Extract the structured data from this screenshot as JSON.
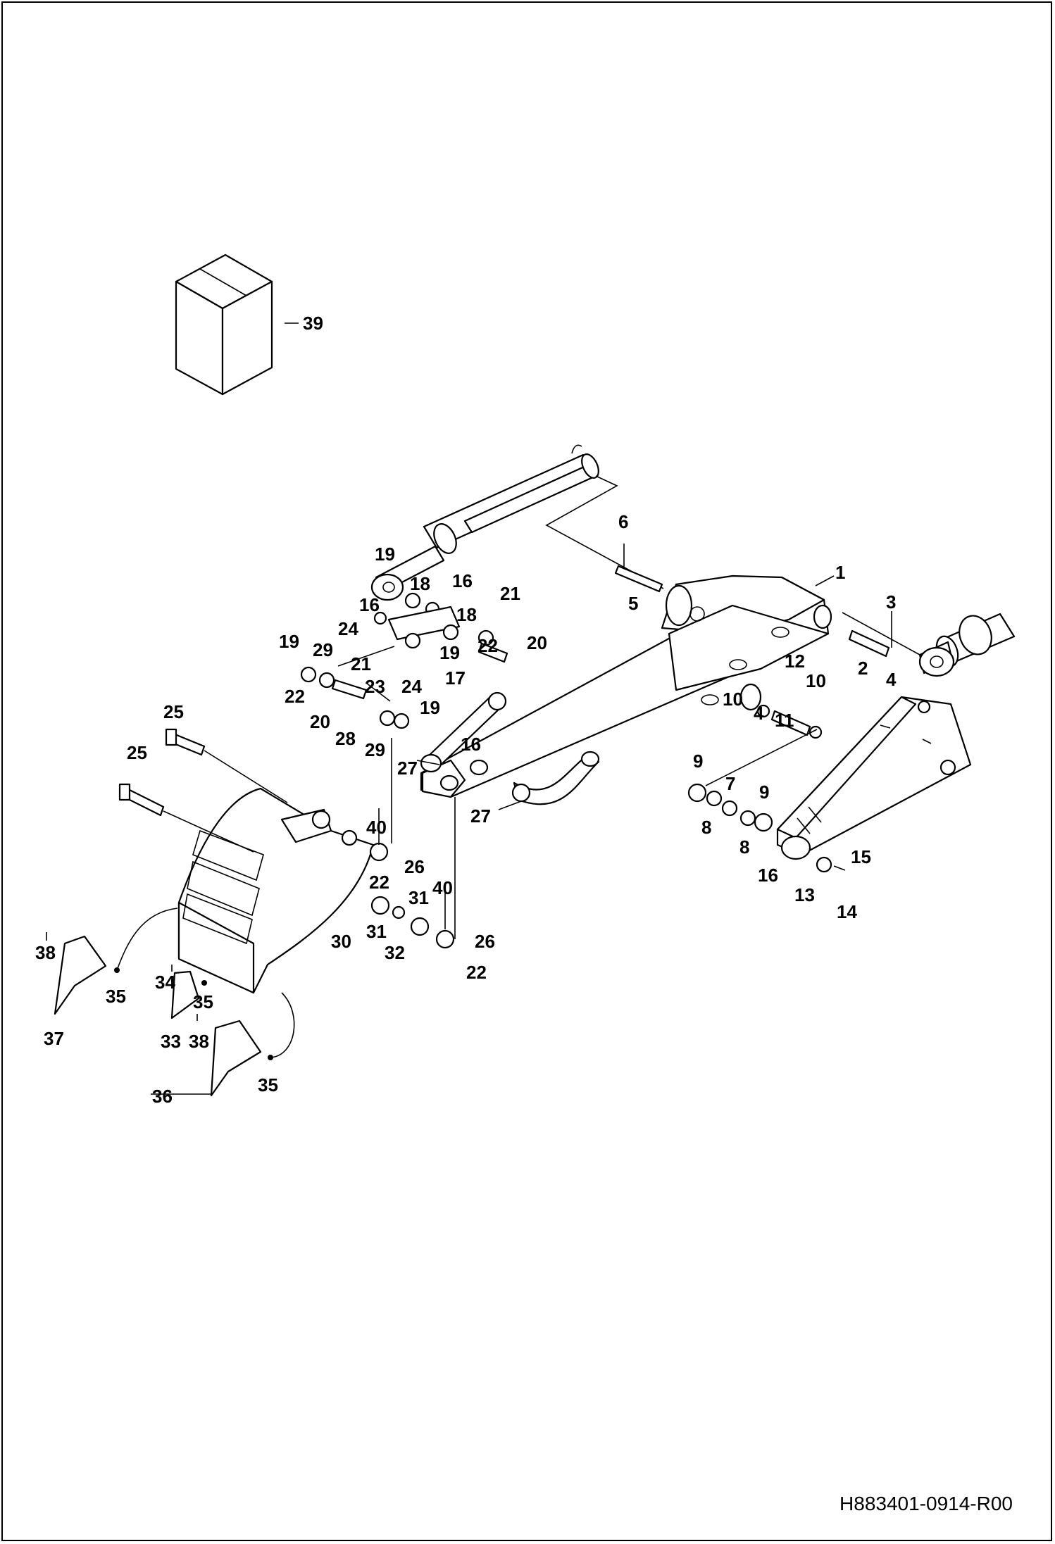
{
  "document_number": "H883401-0914-R00",
  "callouts": [
    {
      "id": "c39",
      "text": "39"
    },
    {
      "id": "c1",
      "text": "1"
    },
    {
      "id": "c2",
      "text": "2"
    },
    {
      "id": "c3",
      "text": "3"
    },
    {
      "id": "c4a",
      "text": "4"
    },
    {
      "id": "c4b",
      "text": "4"
    },
    {
      "id": "c5",
      "text": "5"
    },
    {
      "id": "c6",
      "text": "6"
    },
    {
      "id": "c7",
      "text": "7"
    },
    {
      "id": "c8a",
      "text": "8"
    },
    {
      "id": "c8b",
      "text": "8"
    },
    {
      "id": "c9a",
      "text": "9"
    },
    {
      "id": "c9b",
      "text": "9"
    },
    {
      "id": "c10a",
      "text": "10"
    },
    {
      "id": "c10b",
      "text": "10"
    },
    {
      "id": "c11",
      "text": "11"
    },
    {
      "id": "c12",
      "text": "12"
    },
    {
      "id": "c13",
      "text": "13"
    },
    {
      "id": "c14",
      "text": "14"
    },
    {
      "id": "c15",
      "text": "15"
    },
    {
      "id": "c16a",
      "text": "16"
    },
    {
      "id": "c16b",
      "text": "16"
    },
    {
      "id": "c16c",
      "text": "16"
    },
    {
      "id": "c16d",
      "text": "16"
    },
    {
      "id": "c17",
      "text": "17"
    },
    {
      "id": "c18a",
      "text": "18"
    },
    {
      "id": "c18b",
      "text": "18"
    },
    {
      "id": "c19a",
      "text": "19"
    },
    {
      "id": "c19b",
      "text": "19"
    },
    {
      "id": "c19c",
      "text": "19"
    },
    {
      "id": "c19d",
      "text": "19"
    },
    {
      "id": "c20a",
      "text": "20"
    },
    {
      "id": "c20b",
      "text": "20"
    },
    {
      "id": "c21a",
      "text": "21"
    },
    {
      "id": "c21b",
      "text": "21"
    },
    {
      "id": "c22a",
      "text": "22"
    },
    {
      "id": "c22b",
      "text": "22"
    },
    {
      "id": "c22c",
      "text": "22"
    },
    {
      "id": "c22d",
      "text": "22"
    },
    {
      "id": "c23",
      "text": "23"
    },
    {
      "id": "c24a",
      "text": "24"
    },
    {
      "id": "c24b",
      "text": "24"
    },
    {
      "id": "c25a",
      "text": "25"
    },
    {
      "id": "c25b",
      "text": "25"
    },
    {
      "id": "c26a",
      "text": "26"
    },
    {
      "id": "c26b",
      "text": "26"
    },
    {
      "id": "c27a",
      "text": "27"
    },
    {
      "id": "c27b",
      "text": "27"
    },
    {
      "id": "c28",
      "text": "28"
    },
    {
      "id": "c29a",
      "text": "29"
    },
    {
      "id": "c29b",
      "text": "29"
    },
    {
      "id": "c30",
      "text": "30"
    },
    {
      "id": "c31a",
      "text": "31"
    },
    {
      "id": "c31b",
      "text": "31"
    },
    {
      "id": "c32",
      "text": "32"
    },
    {
      "id": "c33",
      "text": "33"
    },
    {
      "id": "c34",
      "text": "34"
    },
    {
      "id": "c35a",
      "text": "35"
    },
    {
      "id": "c35b",
      "text": "35"
    },
    {
      "id": "c35c",
      "text": "35"
    },
    {
      "id": "c36",
      "text": "36"
    },
    {
      "id": "c37",
      "text": "37"
    },
    {
      "id": "c38a",
      "text": "38"
    },
    {
      "id": "c38b",
      "text": "38"
    },
    {
      "id": "c40a",
      "text": "40"
    },
    {
      "id": "c40b",
      "text": "40"
    }
  ]
}
